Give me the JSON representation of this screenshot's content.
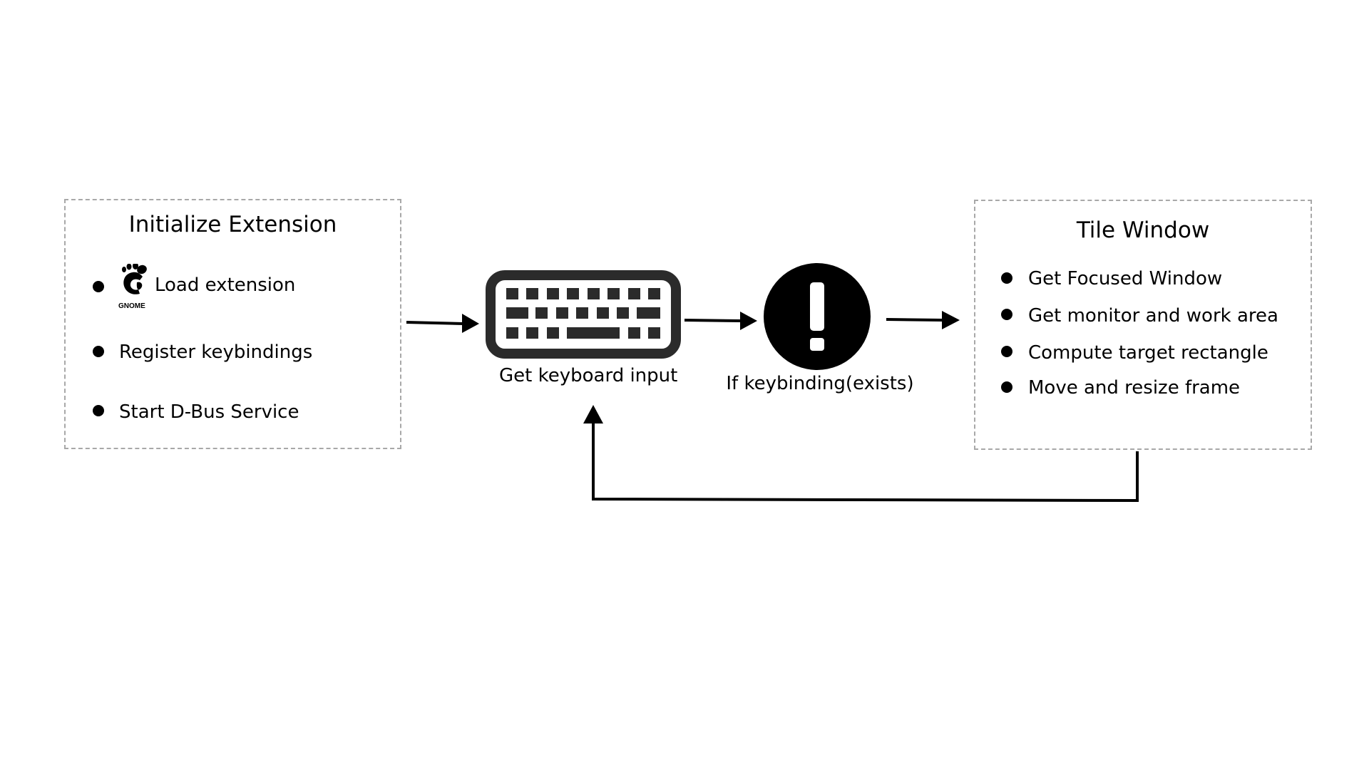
{
  "init_box": {
    "title": "Initialize Extension",
    "items": [
      {
        "label": "Load extension",
        "icon": "gnome-logo-icon",
        "icon_text": "GNOME"
      },
      {
        "label": "Register keybindings"
      },
      {
        "label": "Start D-Bus Service"
      }
    ]
  },
  "keyboard_node": {
    "label": "Get keyboard input",
    "icon": "keyboard-icon"
  },
  "condition_node": {
    "label": "If keybinding(exists)",
    "icon": "exclamation-icon"
  },
  "tile_box": {
    "title": "Tile Window",
    "items": [
      {
        "label": "Get Focused Window"
      },
      {
        "label": "Get monitor and work area"
      },
      {
        "label": "Compute target rectangle"
      },
      {
        "label": "Move and resize frame"
      }
    ]
  },
  "colors": {
    "border": "#a8a8a8",
    "ink": "#000000",
    "keyboard": "#2b2b2b"
  }
}
